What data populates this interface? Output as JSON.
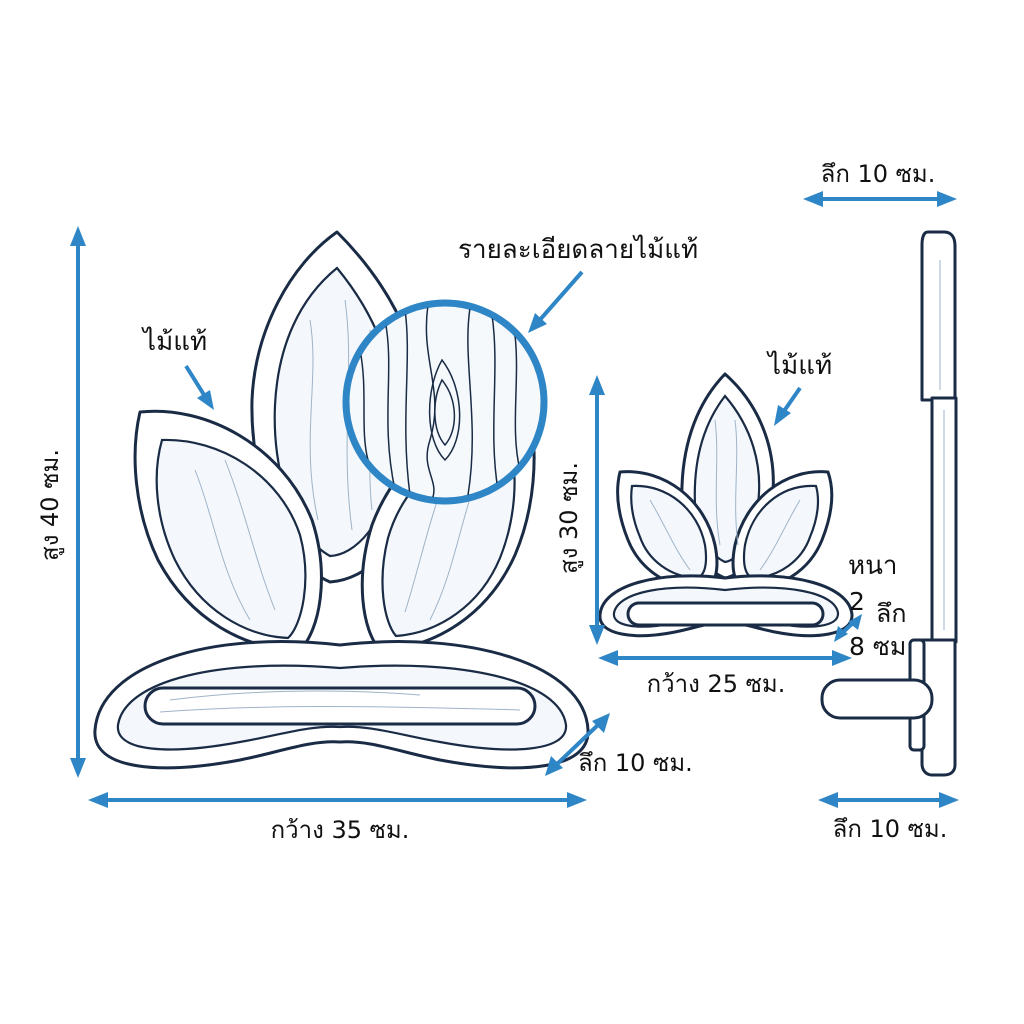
{
  "diagram": {
    "front_large": {
      "height_label": "สูง 40 ซม.",
      "width_label": "กว้าง 35 ซม.",
      "depth_label": "ลึก 10 ซม.",
      "material_label": "ไม้แท้",
      "detail_label": "รายละเอียดลายไม้แท้"
    },
    "front_small": {
      "height_label": "สูง 30 ซม.",
      "width_label": "กว้าง 25 ซม.",
      "material_label": "ไม้แท้",
      "thickness_label": "หนา",
      "thickness_value": "2",
      "depth_label": "ลึก",
      "depth_value": "8 ซม."
    },
    "side_view": {
      "top_depth_label": "ลึก 10 ซม.",
      "bottom_depth_label": "ลึก 10 ซม."
    }
  },
  "colors": {
    "dimension_blue": "#2f86c6",
    "outline_navy": "#1a2b45"
  }
}
